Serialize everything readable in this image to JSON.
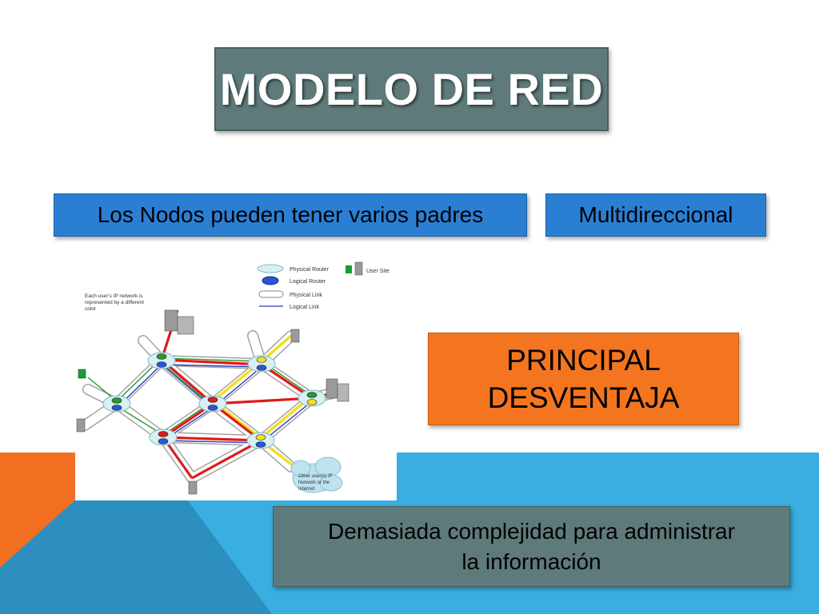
{
  "slide": {
    "title": "MODELO DE RED",
    "nodes_text": "Los Nodos pueden tener varios padres",
    "direction_text": "Multidireccional",
    "disadvantage": {
      "line1": "PRINCIPAL",
      "line2": "DESVENTAJA"
    },
    "complexity": {
      "line1": "Demasiada complejidad para administrar",
      "line2": "la información"
    }
  },
  "diagram": {
    "legend": {
      "physical_router": "Physical Router",
      "logical_router": "Logical Router",
      "physical_link": "Physical Link",
      "logical_link": "Logical Link",
      "user_site": "User Site"
    },
    "note": {
      "line1": "Each user's IP network is",
      "line2": "represented by a different",
      "line3": "color"
    },
    "cloud": {
      "line1": "Other user(s) IP",
      "line2": "Network or the",
      "line3": "Internet"
    }
  },
  "colors": {
    "title_bg": "#5f7a7b",
    "blue_box": "#2b7fd3",
    "orange_box": "#f47520",
    "bg_orange": "#f26f21",
    "bg_blue": "#3aaee0",
    "bg_teal": "#2c8fc0"
  }
}
